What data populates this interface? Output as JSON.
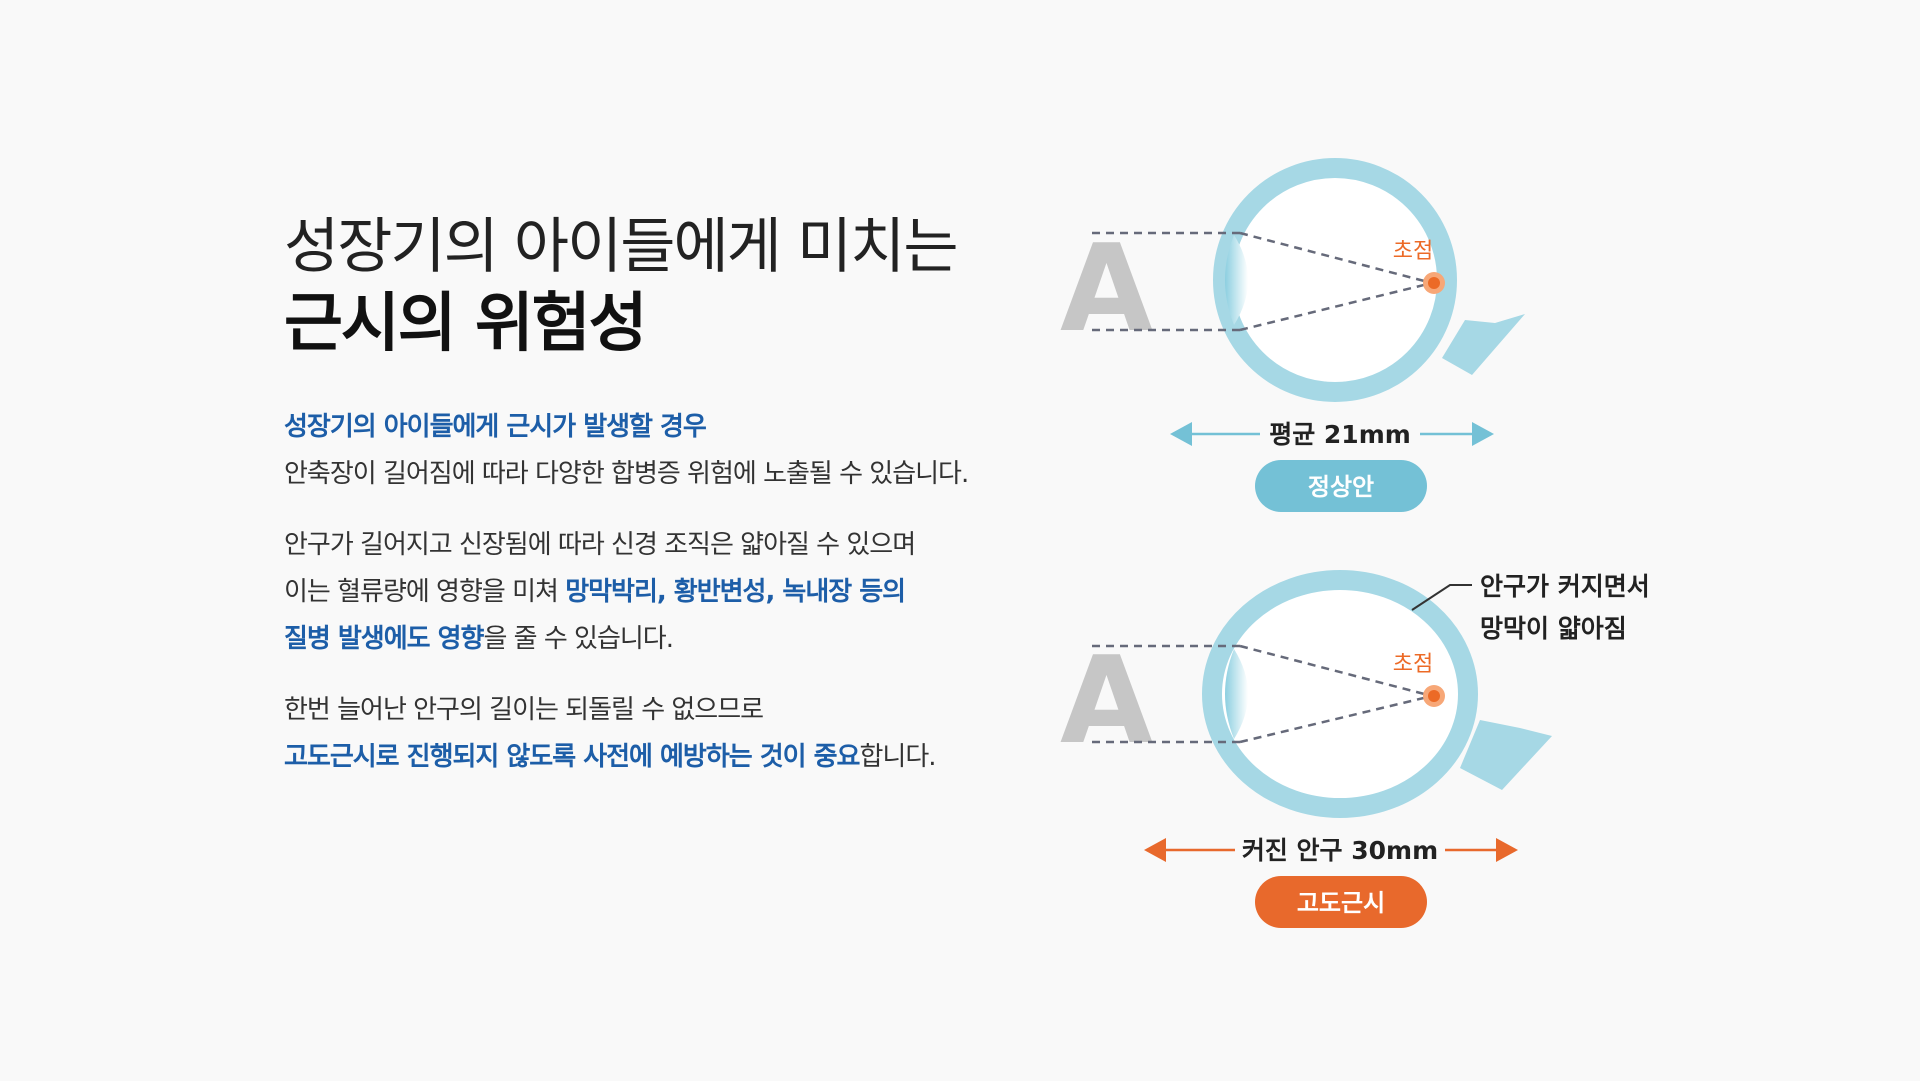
{
  "title": {
    "line1": "성장기의 아이들에게 미치는",
    "line2": "근시의 위험성"
  },
  "paragraphs": {
    "p1": {
      "highlight": "성장기의 아이들에게 근시가 발생할 경우",
      "text": "안축장이 길어짐에 따라 다양한 합병증 위험에 노출될 수 있습니다."
    },
    "p2": {
      "line1": "안구가 길어지고 신장됨에 따라 신경 조직은 얇아질 수 있으며",
      "line2_prefix": "이는 혈류량에 영향을 미쳐 ",
      "line2_highlight": "망막박리, 황반변성, 녹내장 등의",
      "line3_highlight": "질병 발생에도 영향",
      "line3_suffix": "을 줄 수 있습니다."
    },
    "p3": {
      "line1": "한번 늘어난 안구의 길이는 되돌릴 수 없으므로",
      "line2_highlight": "고도근시로 진행되지 않도록 사전에 예방하는 것이 중요",
      "line2_suffix": "합니다."
    }
  },
  "diagram": {
    "letter": "A",
    "normal": {
      "focus_label": "초점",
      "measure_label": "평균 21mm",
      "badge": "정상안",
      "color": "#74c1d6"
    },
    "myopia": {
      "focus_label": "초점",
      "measure_label": "커진 안구 30mm",
      "badge": "고도근시",
      "color": "#e8692c",
      "callout_line1": "안구가 커지면서",
      "callout_line2": "망막이 얇아짐"
    },
    "colors": {
      "eye": "#a6d8e5",
      "focus": "#f07d3d",
      "letter": "#c6c6c6",
      "highlight": "#1d5ea8"
    }
  }
}
